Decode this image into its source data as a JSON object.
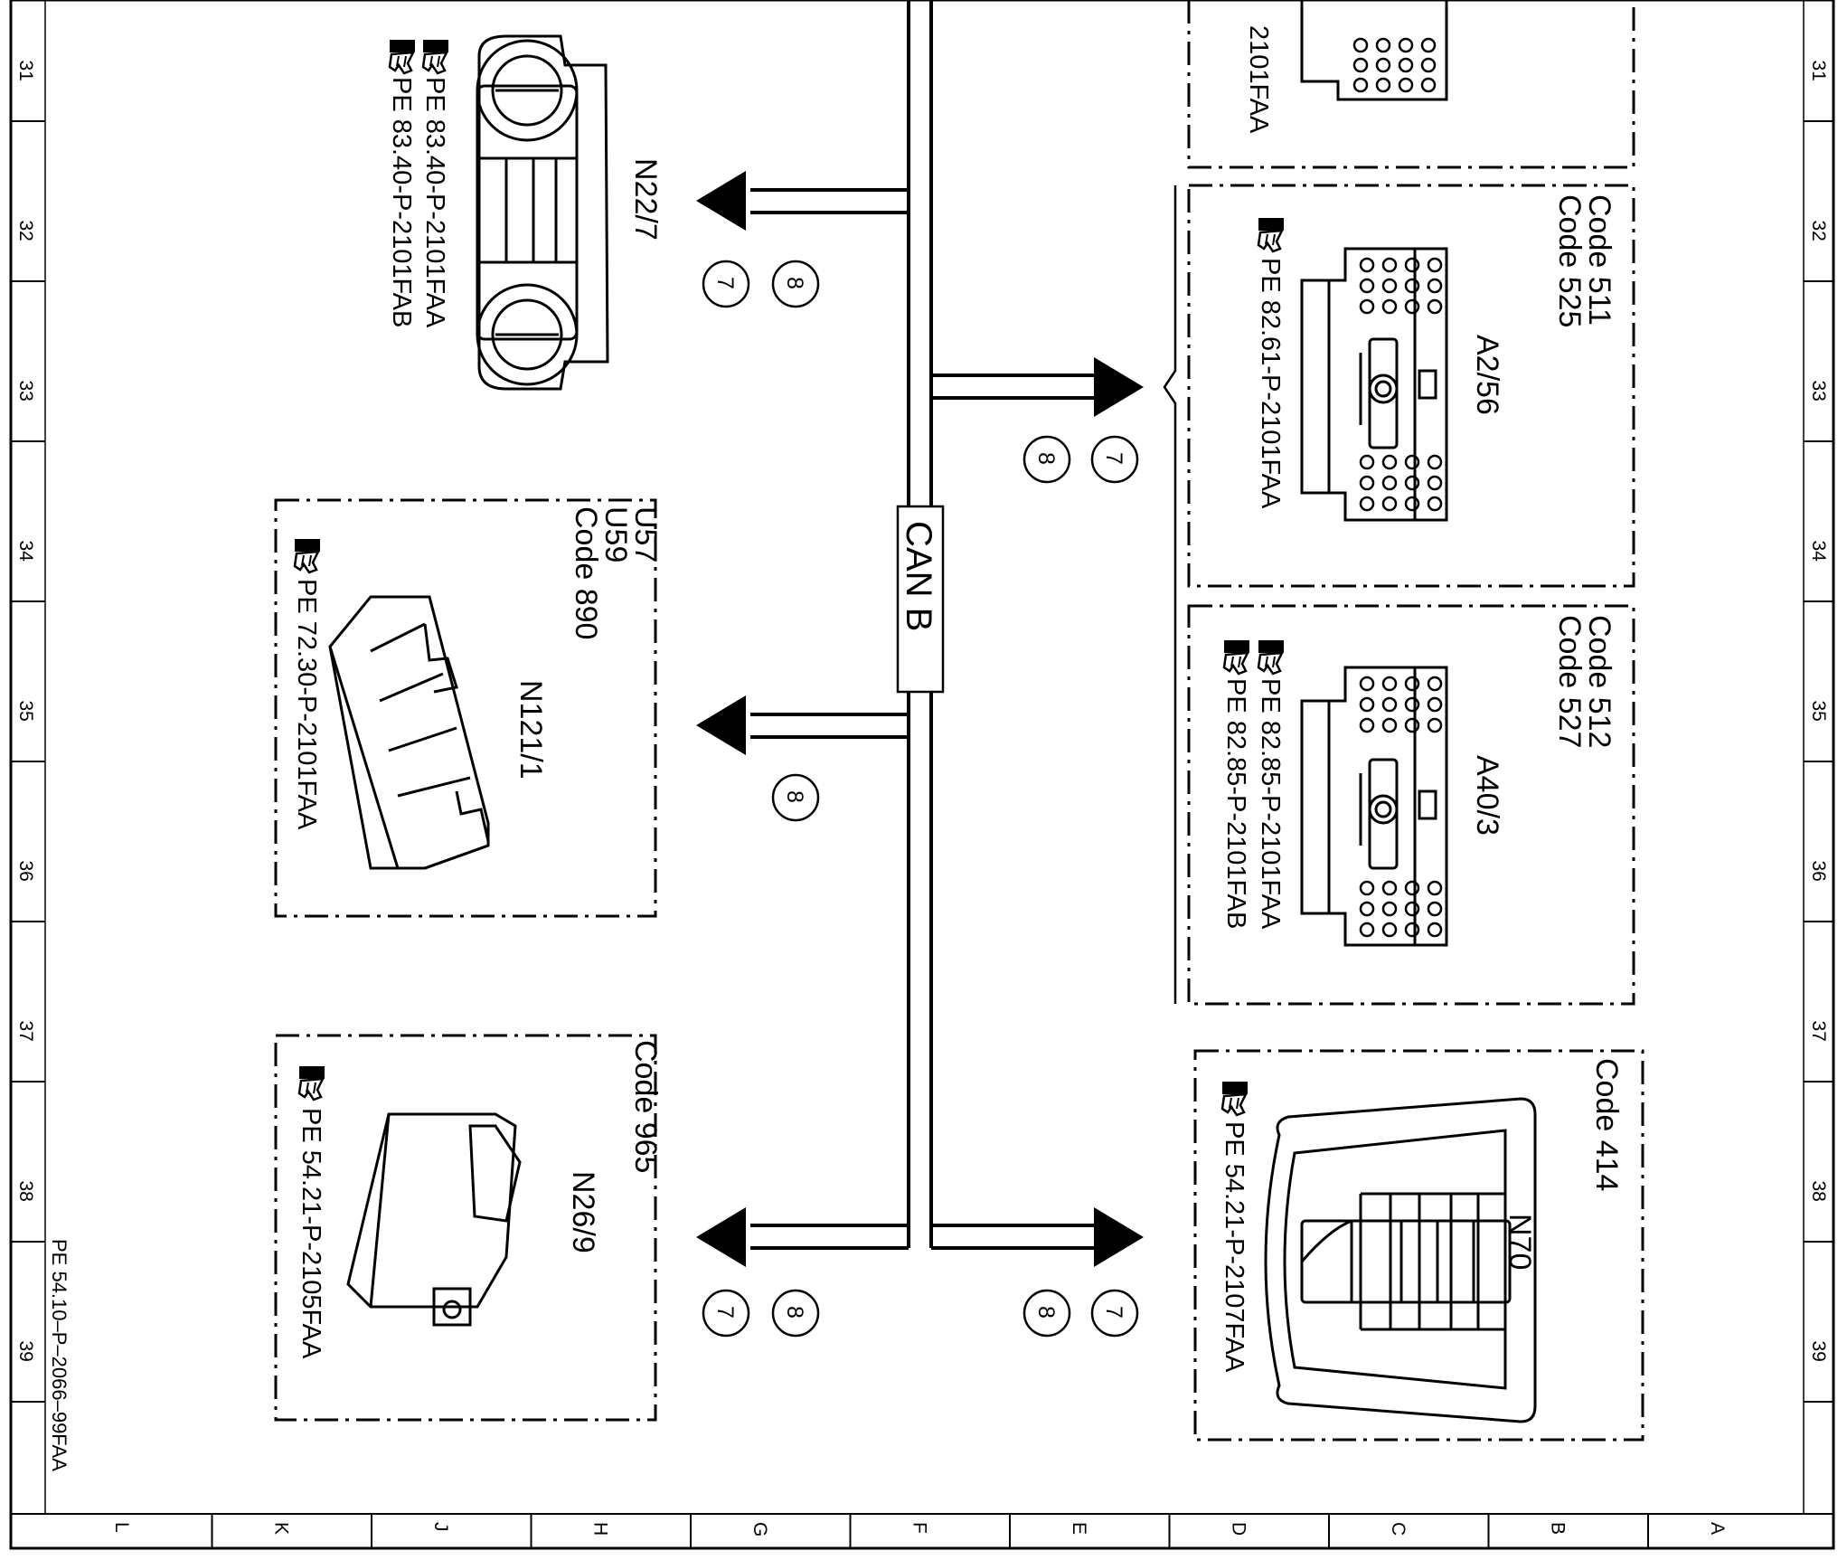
{
  "diagram": {
    "bus_label": "CAN B",
    "document_id": "PE 54.10–P–2066–99FAA",
    "grid_rows": [
      "31",
      "32",
      "33",
      "34",
      "35",
      "36",
      "37",
      "38",
      "39"
    ],
    "grid_cols": [
      "L",
      "K",
      "J",
      "H",
      "G",
      "F",
      "E",
      "D",
      "C",
      "B",
      "A"
    ],
    "components": {
      "n22_7": {
        "id": "N22/7",
        "refs": [
          "PE 83.40-P-2101FAA",
          "PE 83.40-P-2101FAB"
        ],
        "pins": [
          "8",
          "7"
        ]
      },
      "n121_1": {
        "id": "N121/1",
        "codes": [
          "U57",
          "U59",
          "Code 890"
        ],
        "refs": [
          "PE 72.30-P-2101FAA"
        ],
        "pins": [
          "8"
        ]
      },
      "n26_9": {
        "id": "N26/9",
        "codes": [
          "Code 965"
        ],
        "refs": [
          "PE 54.21-P-2105FAA"
        ],
        "pins": [
          "8",
          "7"
        ]
      },
      "top_partial": {
        "refs": [
          "2101FAA"
        ]
      },
      "a2_56": {
        "id": "A2/56",
        "codes": [
          "Code 511",
          "Code 525"
        ],
        "refs": [
          "PE 82.61-P-2101FAA"
        ],
        "pins": [
          "7",
          "8"
        ]
      },
      "a40_3": {
        "id": "A40/3",
        "codes": [
          "Code 512",
          "Code 527"
        ],
        "refs": [
          "PE 82.85-P-2101FAA",
          "PE 82.85-P-2101FAB"
        ]
      },
      "n70": {
        "id": "N70",
        "codes": [
          "Code 414"
        ],
        "refs": [
          "PE 54.21-P-2107FAA"
        ],
        "pins": [
          "7",
          "8"
        ]
      }
    }
  }
}
